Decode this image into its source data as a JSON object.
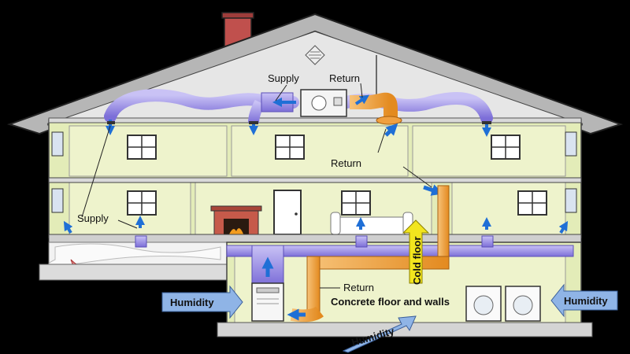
{
  "labels": {
    "supply_attic": "Supply",
    "return_attic": "Return",
    "return_stairs": "Return",
    "supply_left": "Supply",
    "cold_floor": "Cold floor",
    "return_basement": "Return",
    "concrete": "Concrete floor and walls",
    "humidity_left": "Humidity",
    "humidity_right": "Humidity",
    "humidity_bottom": "Humidity"
  },
  "colors": {
    "background": "#000000",
    "roof": "#b6b6b6",
    "wall": "#e3ecb8",
    "duct": "#9a8ee6",
    "return_duct": "#f3a53d",
    "supply_arrow": "#1f6fd6",
    "humidity_arrow": "#8fb4e6",
    "cold_floor_arrow": "#f2e51e"
  },
  "icons": [
    "roof-vent-icon",
    "chimney-icon",
    "air-handler-icon",
    "fireplace-icon",
    "sofa-icon",
    "furnace-icon",
    "washer-icon",
    "dryer-icon",
    "door-icon",
    "window-icon"
  ]
}
